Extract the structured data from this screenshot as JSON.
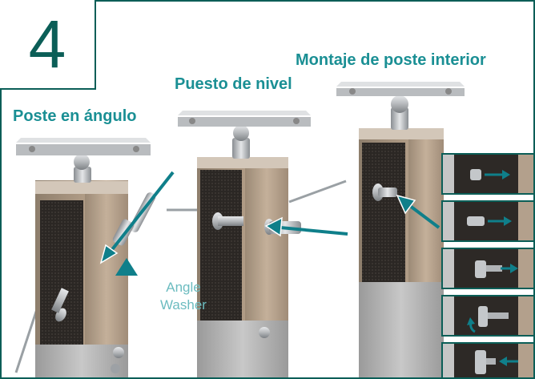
{
  "step": {
    "number": "4"
  },
  "titles": {
    "interior": "Montaje de poste interior",
    "level": "Puesto de nivel",
    "angle": "Poste en ángulo"
  },
  "callout": {
    "line1": "Angle",
    "line2": "Washer"
  },
  "colors": {
    "frame": "#0b5e57",
    "title_text": "#1a8f94",
    "arrow": "#0f7f8a",
    "callout_text": "#6cbcc0",
    "post_face": "#b5a08a",
    "post_dark": "#2a2623",
    "steel": "#bfc2c4"
  },
  "icons": [
    "step-number-badge",
    "turnbuckle-fitting",
    "arrow-callout",
    "triangle-pointer"
  ]
}
